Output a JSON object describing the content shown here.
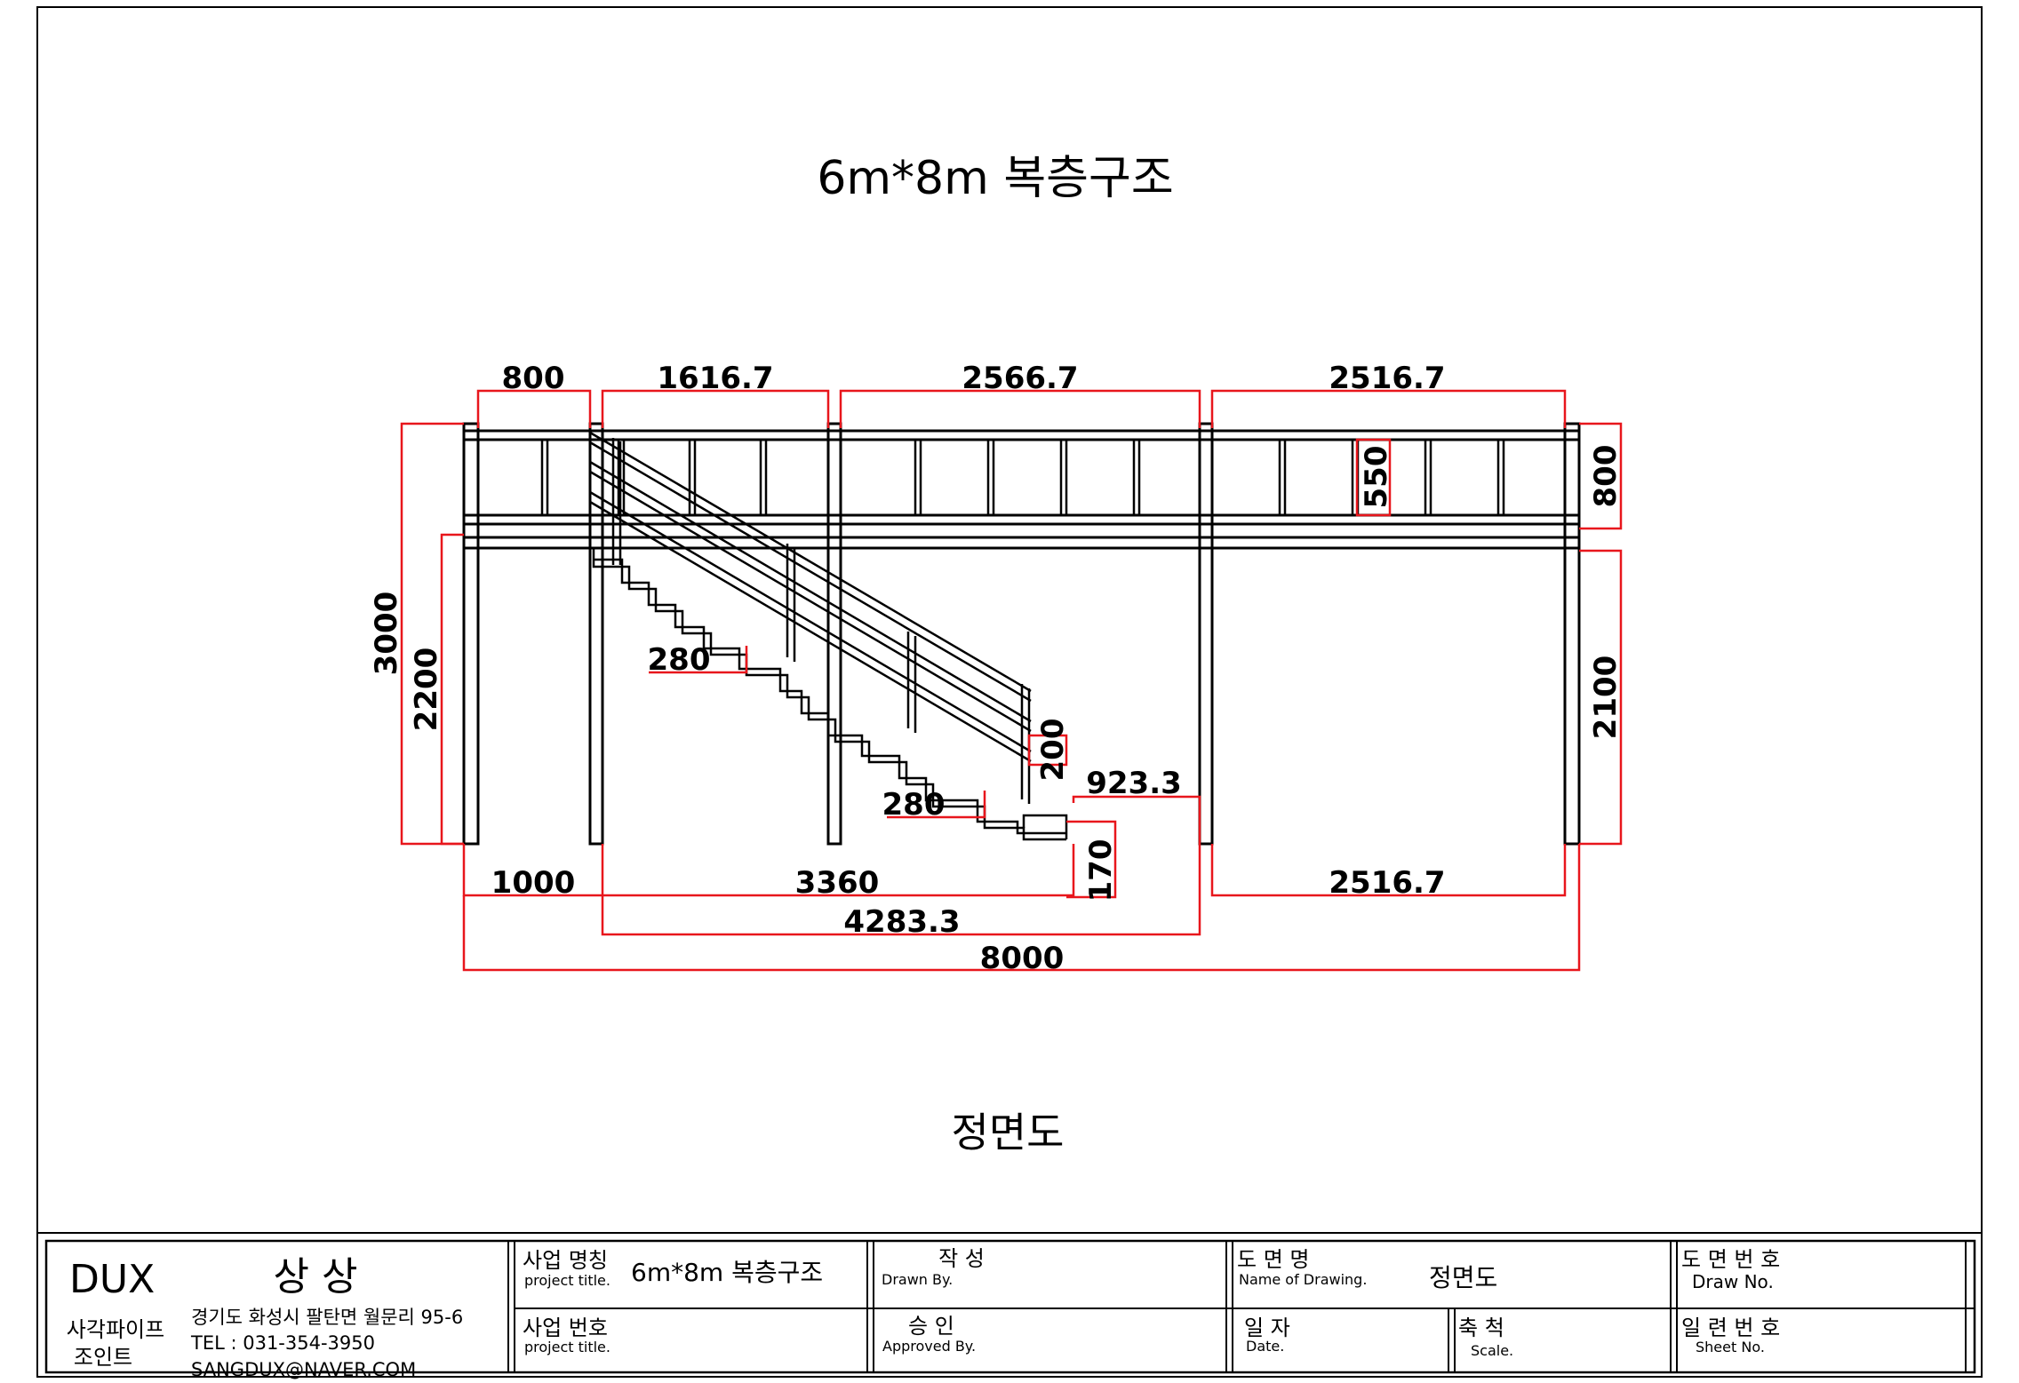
{
  "drawing": {
    "title": "6m*8m  복층구조",
    "view_name": "정면도"
  },
  "colors": {
    "line": "#000000",
    "dimension": "#e8161c"
  },
  "dimensions": {
    "top_800": "800",
    "top_1616": "1616.7",
    "top_2566": "2566.7",
    "top_2516": "2516.7",
    "left_3000": "3000",
    "left_2200": "2200",
    "rail_550": "550",
    "right_800": "800",
    "right_2100": "2100",
    "tread_upper": "280",
    "tread_lower": "280",
    "riser_200": "200",
    "landing_9233": "923.3",
    "riser_170": "170",
    "bottom_1000": "1000",
    "bottom_3360": "3360",
    "bottom_2516": "2516.7",
    "bottom_4283": "4283.3",
    "bottom_8000": "8000"
  },
  "title_block": {
    "company": "DUX",
    "company_name": "상 상",
    "products_line1": "사각파이프",
    "products_line2": "조인트",
    "address": "경기도 화성시 팔탄면 월문리 95-6",
    "tel": "TEL : 031-354-3950",
    "email": "SANGDUX@NAVER.COM",
    "project_name_label": "사업 명칭",
    "project_name_sub": "project title.",
    "project_name_value": "6m*8m  복층구조",
    "project_no_label": "사업 번호",
    "project_no_sub": "project title.",
    "drawn_label": "작   성",
    "drawn_sub": "Drawn By.",
    "approved_label": "승   인",
    "approved_sub": "Approved By.",
    "drawing_name_label": "도 면 명",
    "drawing_name_sub": "Name of Drawing.",
    "drawing_name_value": "정면도",
    "date_label": "일 자",
    "date_sub": "Date.",
    "scale_label": "축 척",
    "scale_sub": "Scale.",
    "draw_no_label": "도 면 번 호",
    "draw_no_sub": "Draw No.",
    "sheet_no_label": "일 련 번 호",
    "sheet_no_sub": "Sheet No."
  }
}
